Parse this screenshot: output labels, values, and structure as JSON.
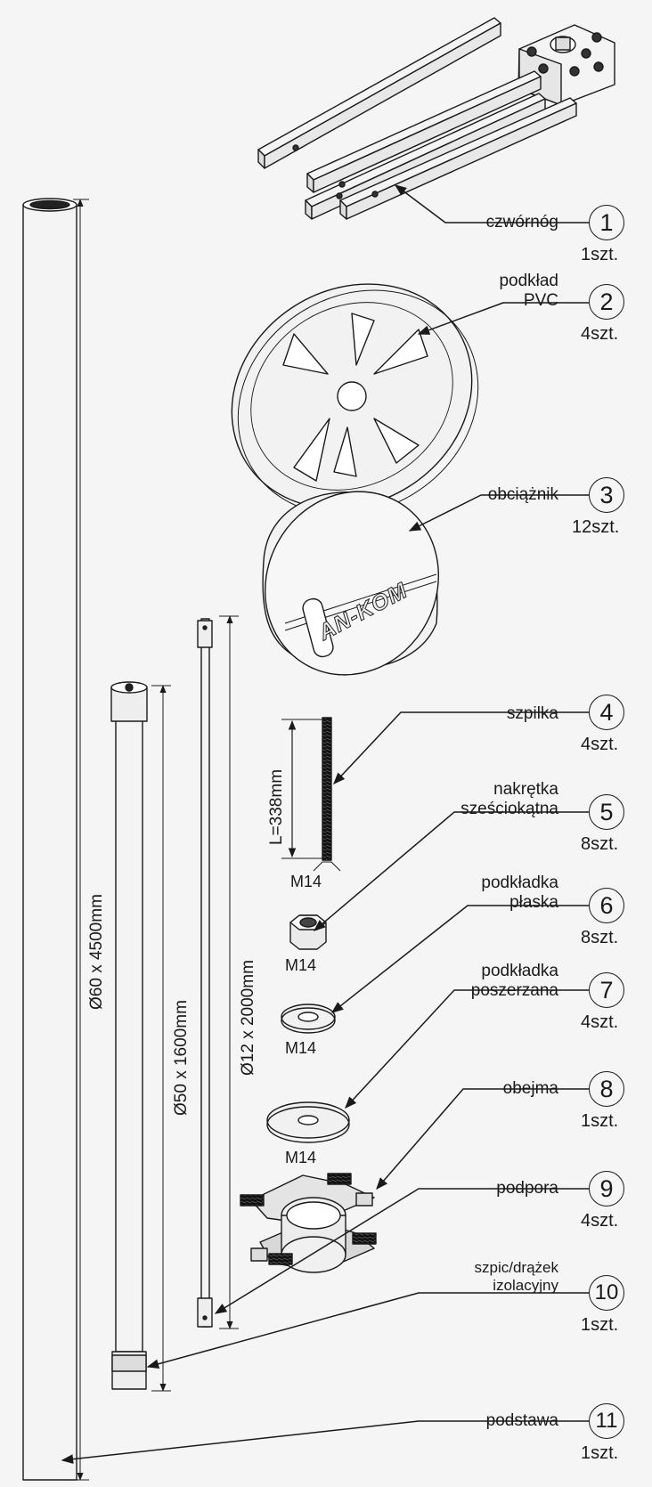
{
  "parts": [
    {
      "number": "1",
      "label_lines": [
        "czwórnóg"
      ],
      "qty": "1szt."
    },
    {
      "number": "2",
      "label_lines": [
        "podkład",
        "PVC"
      ],
      "qty": "4szt."
    },
    {
      "number": "3",
      "label_lines": [
        "obciążnik"
      ],
      "qty": "12szt."
    },
    {
      "number": "4",
      "label_lines": [
        "szpilka"
      ],
      "qty": "4szt."
    },
    {
      "number": "5",
      "label_lines": [
        "nakrętka",
        "sześciokątna"
      ],
      "qty": "8szt."
    },
    {
      "number": "6",
      "label_lines": [
        "podkładka",
        "płaska"
      ],
      "qty": "8szt."
    },
    {
      "number": "7",
      "label_lines": [
        "podkładka",
        "poszerzana"
      ],
      "qty": "4szt."
    },
    {
      "number": "8",
      "label_lines": [
        "obejma"
      ],
      "qty": "1szt."
    },
    {
      "number": "9",
      "label_lines": [
        "podpora"
      ],
      "qty": "4szt."
    },
    {
      "number": "10",
      "label_lines": [
        "szpic/drążek",
        "izolacyjny"
      ],
      "qty": "1szt."
    },
    {
      "number": "11",
      "label_lines": [
        "podstawa"
      ],
      "qty": "1szt."
    }
  ],
  "dimensions": {
    "mast": "Ø60 x 4500mm",
    "spike": "Ø50 x 1600mm",
    "support": "Ø12 x 2000mm",
    "stud_length": "L=338mm"
  },
  "thread_labels": {
    "stud": "M14",
    "nut": "M14",
    "flat_washer": "M14",
    "wide_washer": "M14"
  },
  "weight_logo": "AN-KOM",
  "colors": {
    "line": "#1a1a1a",
    "background": "#f5f5f5",
    "part_fill": "#f2f2f2"
  }
}
